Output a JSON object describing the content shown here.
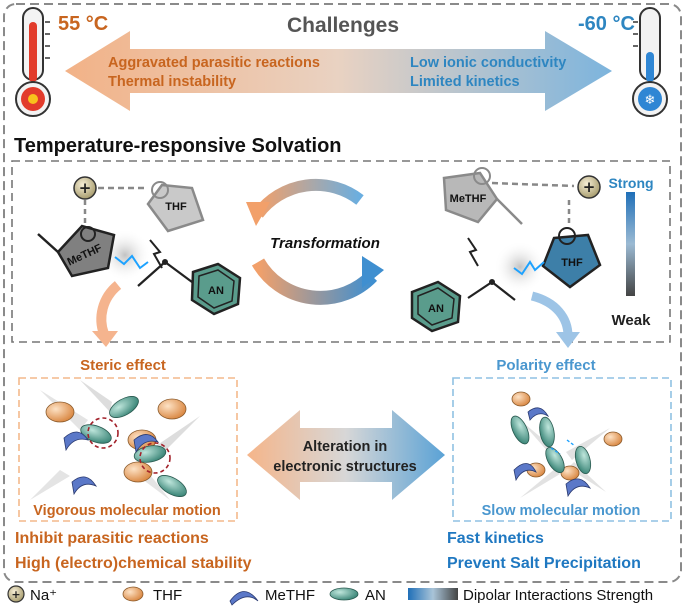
{
  "header": {
    "hot_temp": "55 °C",
    "cold_temp": "-60 °C",
    "title": "Challenges",
    "hot_lines": [
      "Aggravated parasitic reactions",
      "Thermal instability"
    ],
    "cold_lines": [
      "Low ionic conductivity",
      "Limited kinetics"
    ]
  },
  "section_title": "Temperature-responsive Solvation",
  "mechanism": {
    "transformation": "Transformation",
    "left_labels": {
      "ring1": "MeTHF",
      "ring2": "THF",
      "benzene": "AN"
    },
    "right_labels": {
      "ring1": "MeTHF",
      "ring2": "THF",
      "benzene": "AN"
    },
    "scale_strong": "Strong",
    "scale_weak": "Weak"
  },
  "left_panel": {
    "title": "Steric effect",
    "caption": "Vigorous molecular motion",
    "benefits": [
      "Inhibit parasitic reactions",
      "High (electro)chemical stability"
    ]
  },
  "center_arrow": {
    "lines": [
      "Alteration in",
      "electronic structures"
    ]
  },
  "right_panel": {
    "title": "Polarity effect",
    "caption": "Slow molecular motion",
    "benefits": [
      "Fast  kinetics",
      "Prevent Salt Precipitation"
    ]
  },
  "legend": {
    "na": "Na⁺",
    "thf": "THF",
    "methf": "MeTHF",
    "an": "AN",
    "dipolar": "Dipolar Interactions Strength"
  },
  "colors": {
    "hot": "#c8651f",
    "cold": "#2e86c1",
    "hot_light": "#f4b98c",
    "cold_light": "#8fc1e3",
    "dark": "#222222"
  }
}
